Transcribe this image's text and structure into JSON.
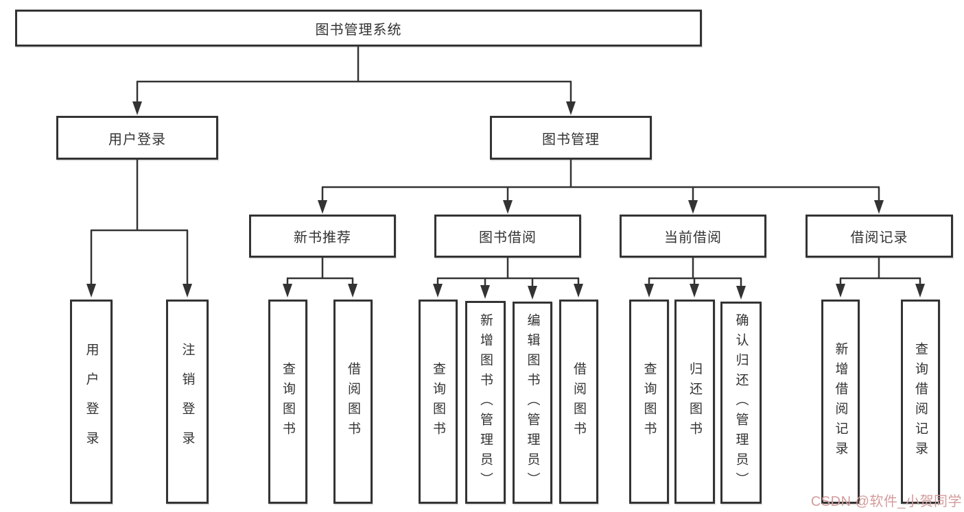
{
  "diagram": {
    "type": "tree",
    "root": {
      "label": "图书管理系统"
    },
    "branches": [
      {
        "label": "用户登录",
        "children": [
          {
            "label": "用户登录"
          },
          {
            "label": "注销登录"
          }
        ]
      },
      {
        "label": "图书管理",
        "children": [
          {
            "label": "新书推荐",
            "children": [
              {
                "label": "查询图书"
              },
              {
                "label": "借阅图书"
              }
            ]
          },
          {
            "label": "图书借阅",
            "children": [
              {
                "label": "查询图书"
              },
              {
                "label": "新增图书（管理员）"
              },
              {
                "label": "编辑图书（管理员）"
              },
              {
                "label": "借阅图书"
              }
            ]
          },
          {
            "label": "当前借阅",
            "children": [
              {
                "label": "查询图书"
              },
              {
                "label": "归还图书"
              },
              {
                "label": "确认归还（管理员）"
              }
            ]
          },
          {
            "label": "借阅记录",
            "children": [
              {
                "label": "新增借阅记录"
              },
              {
                "label": "查询借阅记录"
              }
            ]
          }
        ]
      }
    ]
  },
  "watermark": {
    "text": "CSDN @软件_小贺同学"
  },
  "colors": {
    "line": "#333333",
    "text": "#333333",
    "box_background": "#ffffff",
    "background": "#ffffff",
    "watermark": "#d49c9c"
  }
}
